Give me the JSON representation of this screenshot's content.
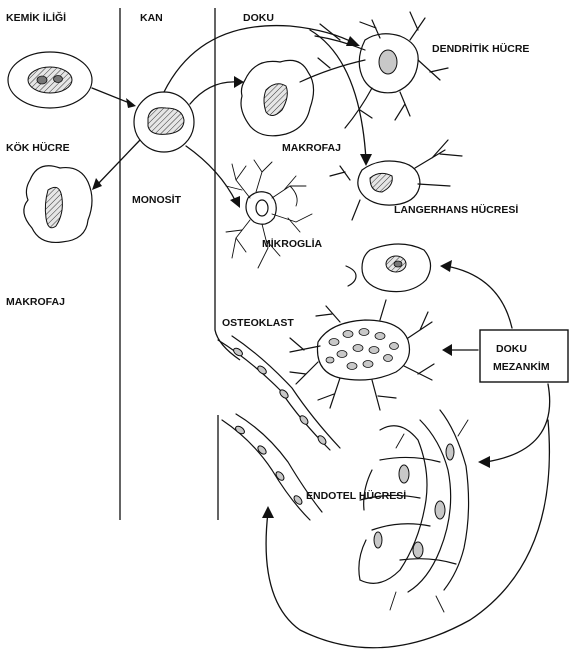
{
  "diagram": {
    "columns": {
      "bone_marrow": "KEMİK İLİĞİ",
      "blood": "KAN",
      "tissue": "DOKU"
    },
    "labels": {
      "stem_cell": "KÖK HÜCRE",
      "macrophage_left": "MAKROFAJ",
      "monocyte": "MONOSİT",
      "macrophage_tissue": "MAKROFAJ",
      "dendritic_cell": "DENDRİTİK HÜCRE",
      "langerhans_cell": "LANGERHANS HÜCRESİ",
      "microglia": "MİKROGLİA",
      "osteoclast": "OSTEOKLAST",
      "endothelial_cell": "ENDOTEL HÜCRESİ",
      "mesenchyme_line1": "DOKU",
      "mesenchyme_line2": "MEZANKİM"
    },
    "colors": {
      "ink": "#111111",
      "nucleus_fill": "#c8c8c8",
      "background": "#ffffff"
    }
  }
}
